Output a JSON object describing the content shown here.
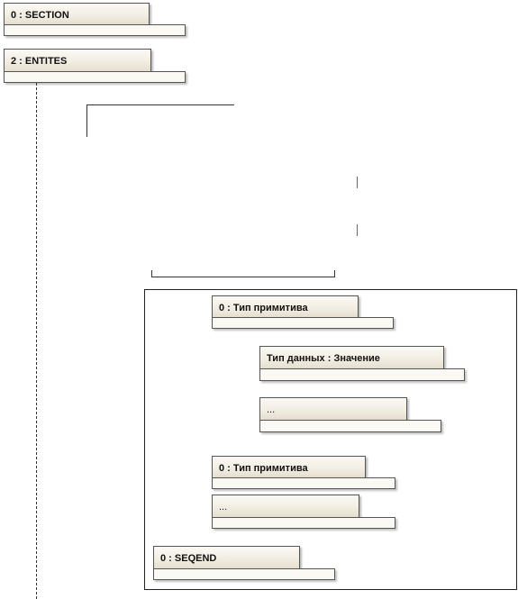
{
  "nodes": {
    "section": "0 : SECTION",
    "entites": "2 : ENTITES",
    "primitive_type_1": "0 : Тип примитива",
    "data_type_value": "Тип данных : Значение",
    "ellipsis_1": "...",
    "primitive_type_2": "0 : Тип примитива",
    "ellipsis_2": "...",
    "seqend": "0 : SEQEND"
  }
}
